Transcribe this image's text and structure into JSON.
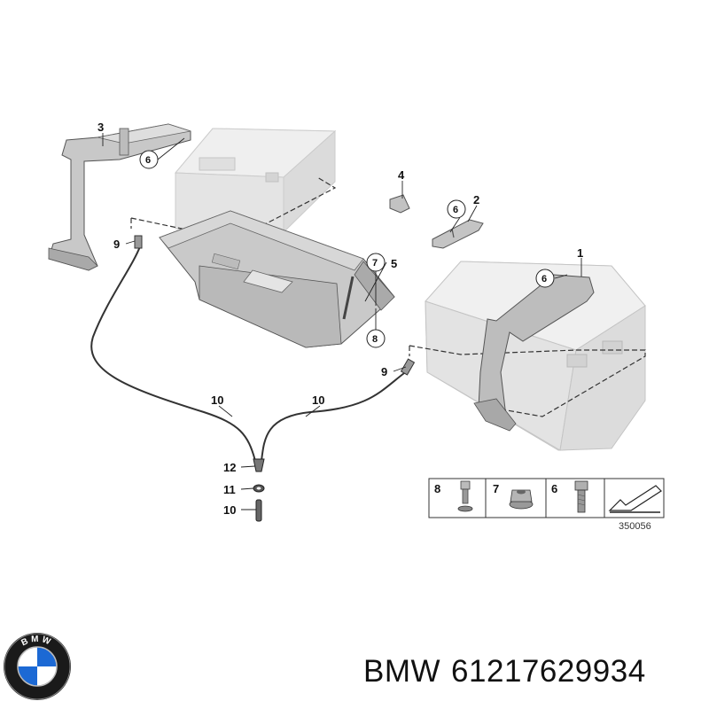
{
  "callouts": {
    "c1": "1",
    "c2": "2",
    "c3": "3",
    "c4": "4",
    "c5": "5",
    "c6a": "6",
    "c6b": "6",
    "c6c": "6",
    "c7": "7",
    "c8": "8",
    "c9a": "9",
    "c9b": "9",
    "c10a": "10",
    "c10b": "10",
    "c10c": "10",
    "c11": "11",
    "c12": "12"
  },
  "legend": {
    "items": [
      {
        "number": "8",
        "icon": "bolt-with-washer-icon"
      },
      {
        "number": "7",
        "icon": "flange-nut-icon"
      },
      {
        "number": "6",
        "icon": "hex-bolt-icon"
      }
    ],
    "arrow_icon": "direction-arrow-icon"
  },
  "diagram_id": "350056",
  "caption": {
    "brand": "BMW",
    "part_number": "61217629934"
  },
  "logo": {
    "icon": "bmw-roundel-icon",
    "text": "BMW",
    "colors": {
      "ring": "#111111",
      "blue": "#1c69d4",
      "white": "#ffffff"
    }
  }
}
